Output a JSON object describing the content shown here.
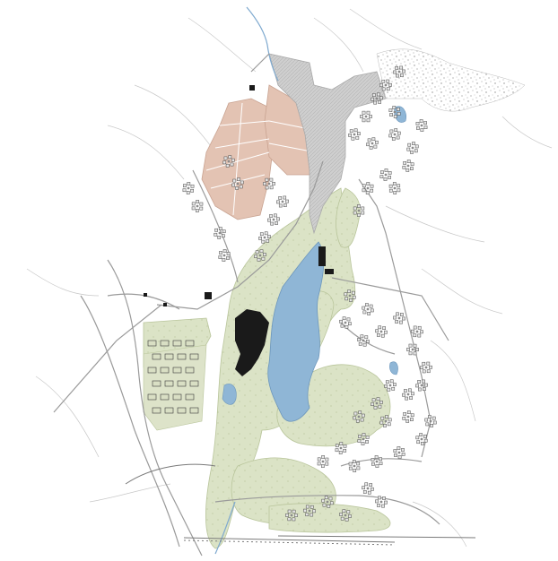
{
  "map": {
    "colors": {
      "background": "#ffffff",
      "green": "#dbe3c6",
      "green_edge": "#b9c59b",
      "water": "#8fb6d6",
      "water_edge": "#6d97bc",
      "pink": "#e3c3b3",
      "pink_edge": "#c9a391",
      "gray": "#cfcfcf",
      "gray_edge": "#a9a9a9",
      "building": "#1a1a1a",
      "road": "#9a9a9a",
      "river": "#7ea9cf",
      "dots": "#8a8a8a",
      "tree_dots": "#3a3a3a"
    },
    "layers": [
      "contour-lines",
      "green-open-space",
      "lake",
      "commercial-parcels",
      "paved-area",
      "roads",
      "railway",
      "river",
      "residential-clusters",
      "urban-blocks"
    ]
  }
}
